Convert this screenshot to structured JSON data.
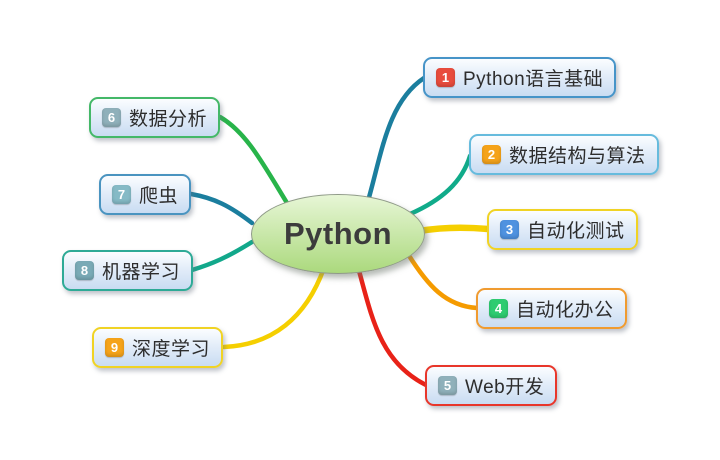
{
  "diagram": {
    "type": "mindmap",
    "background": "#ffffff"
  },
  "center": {
    "label": "Python",
    "colors": {
      "fill_top": "#e7f6d6",
      "fill_bottom": "#abd97d",
      "border": "#8f9a88",
      "text": "#3c3c3c"
    }
  },
  "nodes": [
    {
      "num": "1",
      "label": "Python语言基础",
      "colors": {
        "badge": "#e84c3d",
        "border": "#4694c8",
        "line": "#1b7e9e"
      }
    },
    {
      "num": "2",
      "label": "数据结构与算法",
      "colors": {
        "badge": "#f5a31a",
        "border": "#66bbdd",
        "line": "#10ab8a"
      }
    },
    {
      "num": "3",
      "label": "自动化测试",
      "colors": {
        "badge": "#4f92e0",
        "border": "#f0d324",
        "line": "#f5cf00"
      }
    },
    {
      "num": "4",
      "label": "自动化办公",
      "colors": {
        "badge": "#2ecc71",
        "border": "#f09b30",
        "line": "#f59b00"
      }
    },
    {
      "num": "5",
      "label": "Web开发",
      "colors": {
        "badge": "#8fb0ba",
        "border": "#e8362a",
        "line": "#e82218"
      }
    },
    {
      "num": "6",
      "label": "数据分析",
      "colors": {
        "badge": "#8fb0ba",
        "border": "#44b868",
        "line": "#28b44a"
      }
    },
    {
      "num": "7",
      "label": "爬虫",
      "colors": {
        "badge": "#85bac6",
        "border": "#4a94c0",
        "line": "#1b7e9e"
      }
    },
    {
      "num": "8",
      "label": "机器学习",
      "colors": {
        "badge": "#79aab6",
        "border": "#2eaa96",
        "line": "#12a88b"
      }
    },
    {
      "num": "9",
      "label": "深度学习",
      "colors": {
        "badge": "#f5a31a",
        "border": "#f0d324",
        "line": "#f5cf00"
      }
    }
  ]
}
